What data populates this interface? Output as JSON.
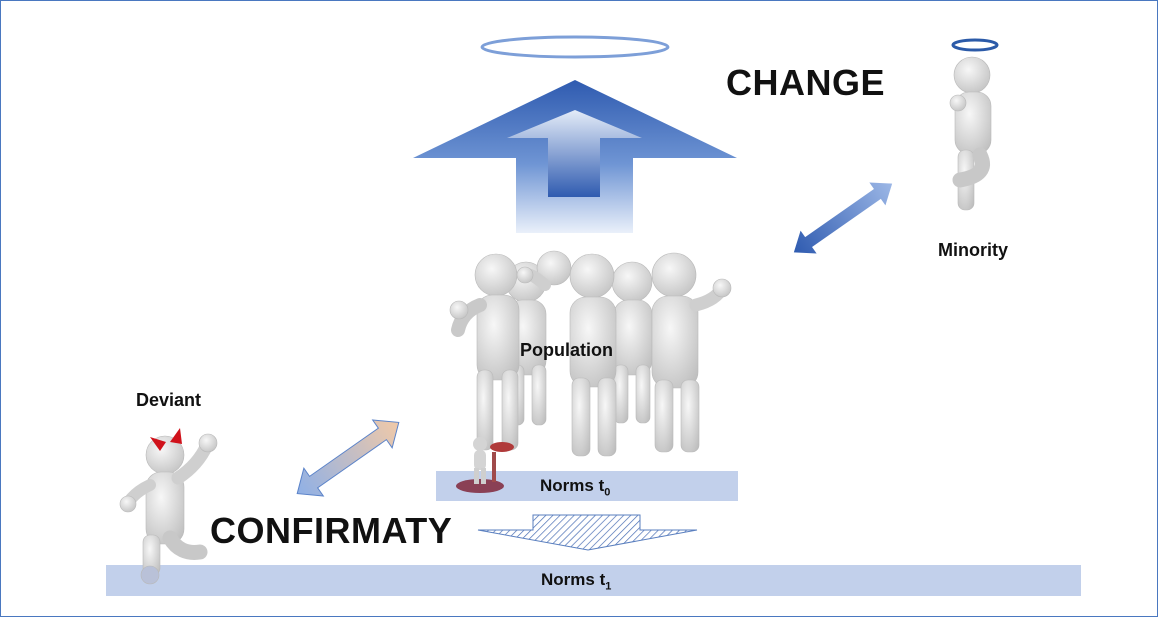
{
  "diagram": {
    "labels": {
      "change": "CHANGE",
      "confirmaty": "CONFIRMATY",
      "minority": "Minority",
      "deviant": "Deviant",
      "population": "Population",
      "norms_t0": "Norms t",
      "norms_t0_sub": "0",
      "norms_t1": "Norms t",
      "norms_t1_sub": "1"
    },
    "colors": {
      "arrow_blue": "#3b62b5",
      "arrow_light": "#c6d6f0",
      "norms_bar": "#c2d0eb",
      "figure_white": "#dcdcdc",
      "devil_horns": "#d0121b",
      "halo": "#4a78c0",
      "frame": "#4a78c0"
    },
    "icons": [
      "halo-icon",
      "devil-horns-icon",
      "up-arrow-icon",
      "down-arrow-icon",
      "double-arrow-icon"
    ]
  }
}
